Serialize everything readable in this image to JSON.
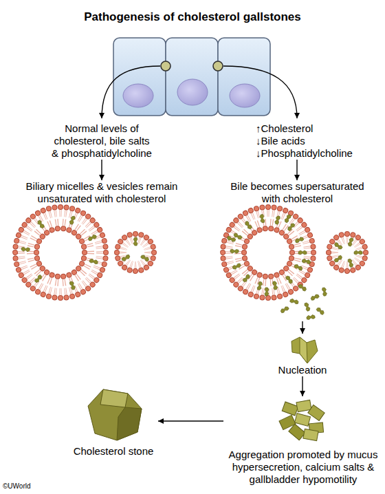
{
  "diagram": {
    "title": "Pathogenesis of cholesterol gallstones",
    "nodes": [
      {
        "text": [
          "Normal levels of cholesterol, bile salts & phosphatidylcholine"
        ]
      },
      {
        "text": [
          "↑Cholesterol",
          "↓Bile acids",
          "↓Phosphatidylcholine"
        ]
      },
      {
        "text": [
          "Biliary micelles & vesicles remain unsaturated with cholesterol"
        ]
      },
      {
        "text": [
          "Bile becomes supersaturated with cholesterol"
        ]
      },
      {
        "text": [
          "Nucleation"
        ]
      },
      {
        "text": [
          "Aggregation promoted by mucus hypersecretion, calcium salts & gallbladder hypomotility"
        ]
      },
      {
        "text": [
          "Cholesterol stone"
        ]
      }
    ],
    "edges": [
      {
        "from": 0,
        "to": 2,
        "arrow": "to"
      },
      {
        "from": 1,
        "to": 3,
        "arrow": "to"
      },
      {
        "from": 3,
        "to": 4,
        "arrow": "to"
      },
      {
        "from": 4,
        "to": 5,
        "arrow": "to"
      },
      {
        "from": 5,
        "to": 6,
        "arrow": "to"
      }
    ],
    "labels": [
      "©UWorld"
    ]
  }
}
